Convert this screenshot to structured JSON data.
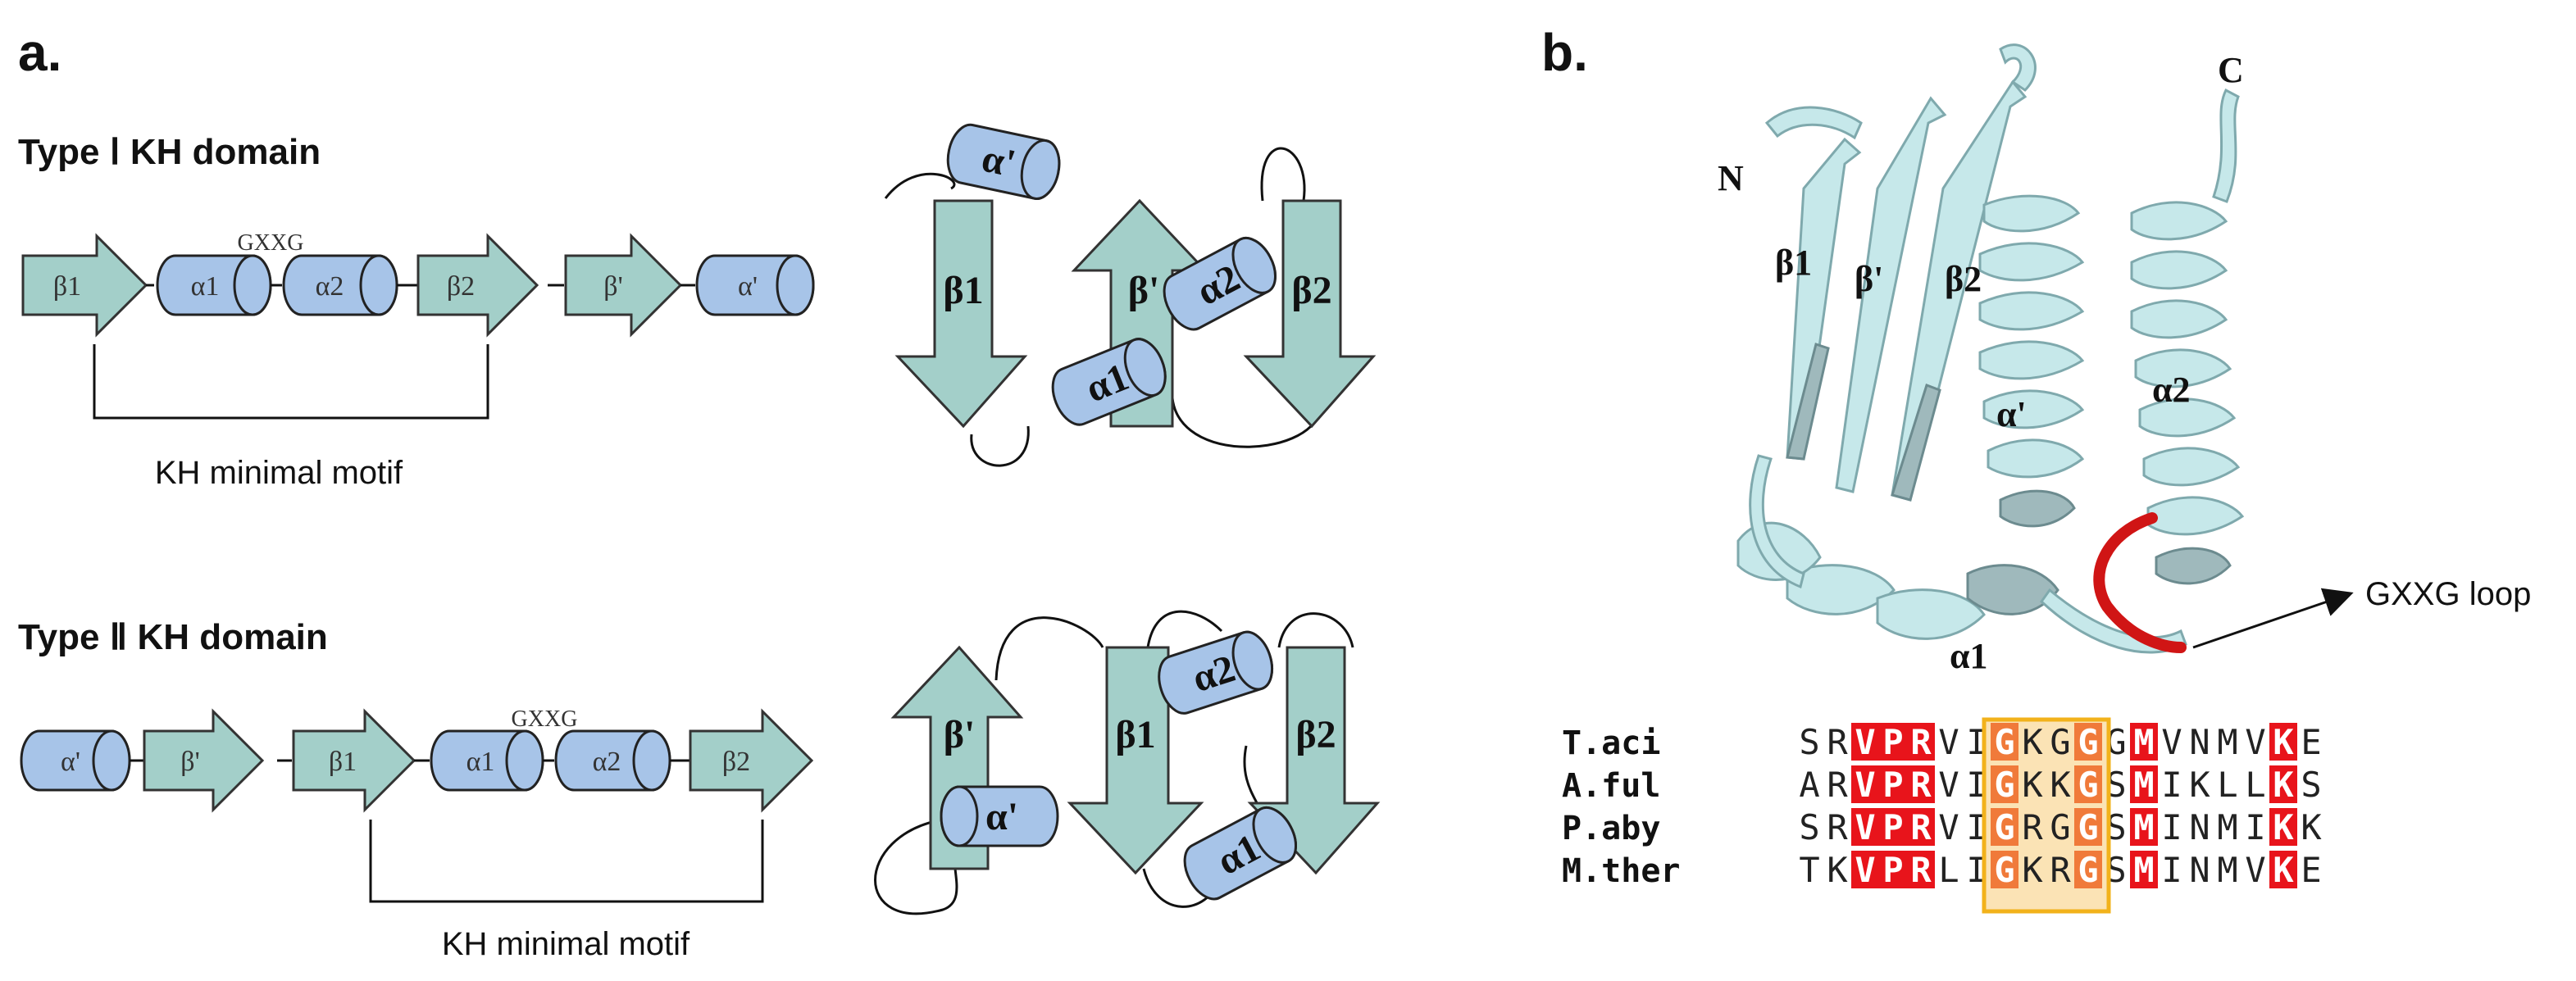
{
  "panel_a": {
    "label": "a.",
    "type1": {
      "title": "Type Ⅰ KH domain",
      "motif_tag": "GXXG",
      "elements": [
        "β1",
        "α1",
        "α2",
        "β2",
        "β'",
        "α'"
      ],
      "minimal_motif": "KH minimal motif",
      "topology": {
        "b1": "β1",
        "bp": "β'",
        "b2": "β2",
        "a1": "α1",
        "a2": "α2",
        "ap": "α'"
      }
    },
    "type2": {
      "title": "Type Ⅱ KH domain",
      "motif_tag": "GXXG",
      "elements": [
        "α'",
        "β'",
        "β1",
        "α1",
        "α2",
        "β2"
      ],
      "minimal_motif": "KH minimal motif",
      "topology": {
        "b1": "β1",
        "bp": "β'",
        "b2": "β2",
        "a1": "α1",
        "a2": "α2",
        "ap": "α'"
      }
    }
  },
  "panel_b": {
    "label": "b.",
    "structure_labels": {
      "n": "N",
      "c": "C",
      "b1": "β1",
      "bp": "β'",
      "b2": "β2",
      "ap": "α'",
      "a2": "α2",
      "a1": "α1"
    },
    "loop_label": "GXXG loop",
    "alignment": {
      "rows": [
        {
          "species": "T.aci",
          "sequence": "SRVPRVIGKGGGMVNMVKE"
        },
        {
          "species": "A.ful",
          "sequence": "ARVPRVIGKKGSMIKLLKS"
        },
        {
          "species": "P.aby",
          "sequence": "SRVPRVIGRGGSMINMIKK"
        },
        {
          "species": "M.ther",
          "sequence": "TKVPRLIGKRGSMINMVKE"
        }
      ],
      "conserved_columns": [
        2,
        3,
        4,
        12,
        17
      ],
      "highlight_columns": [
        7,
        10
      ],
      "box_columns": [
        7,
        10
      ],
      "colors": {
        "conserved": "#e8141b",
        "highlight": "#f07a3a",
        "box_fill": "#fbe3b5",
        "box_stroke": "#f2b21b"
      }
    }
  }
}
